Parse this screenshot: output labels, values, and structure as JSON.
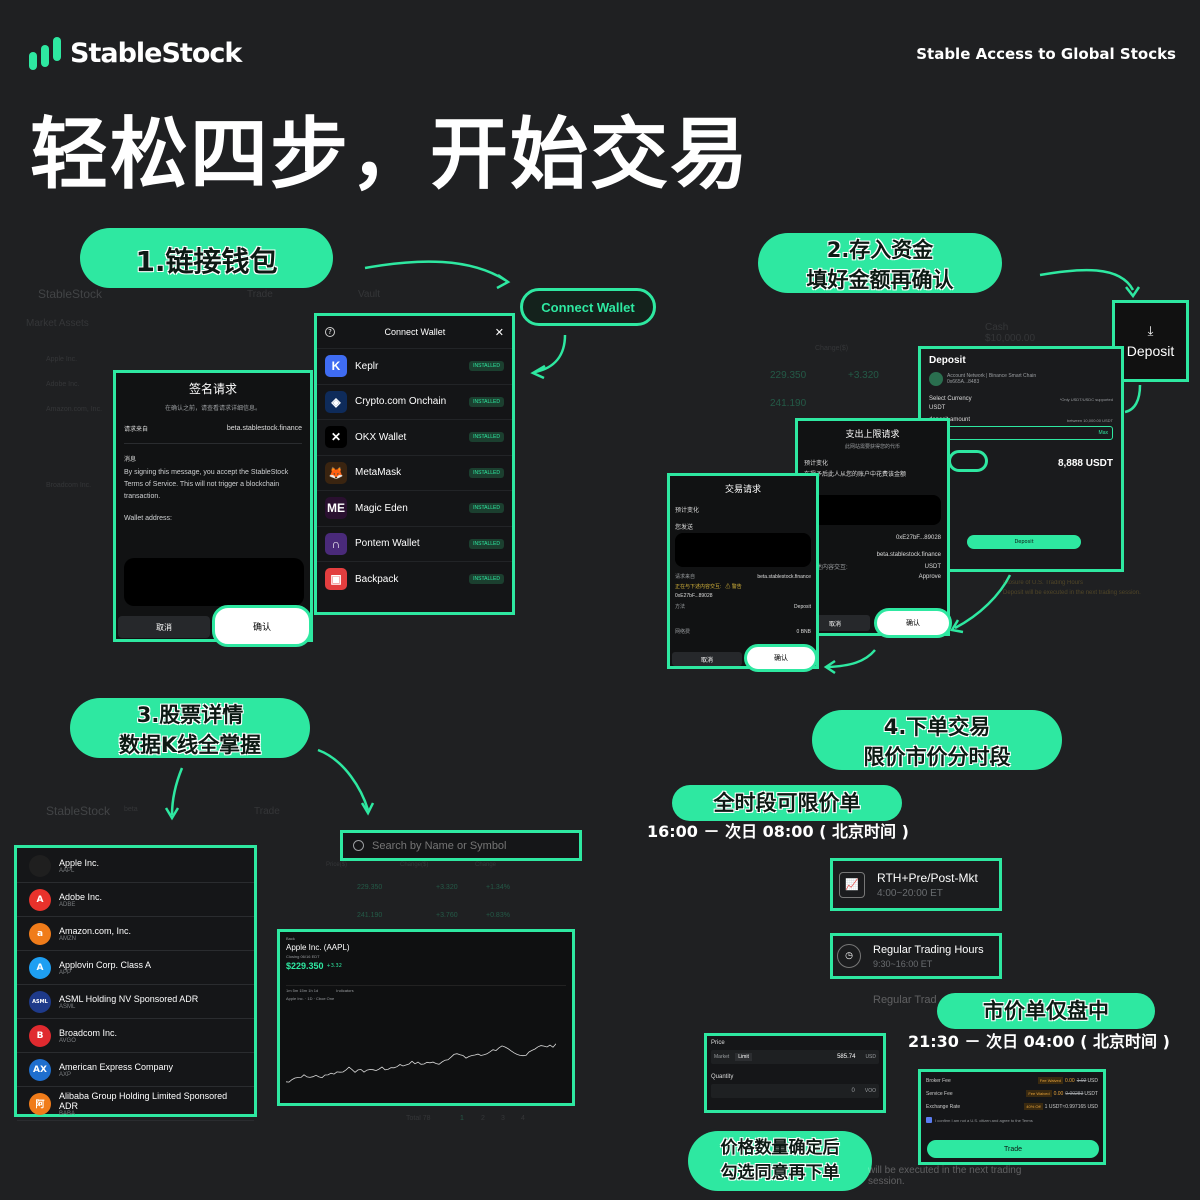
{
  "brand": {
    "name": "StableStock",
    "tagline": "Stable Access to Global Stocks"
  },
  "headline": "轻松四步，开始交易",
  "steps": {
    "s1": "1.链接钱包",
    "s2a": "2.存入资金",
    "s2b": "填好金额再确认",
    "s3a": "3.股票详情",
    "s3b": "数据K线全掌握",
    "s4a": "4.下单交易",
    "s4b": "限价市价分时段"
  },
  "callouts": {
    "limit_all": "全时段可限价单",
    "limit_time": "16:00 － 次日 08:00 ( 北京时间 )",
    "market_only": "市价单仅盘中",
    "market_time": "21:30 － 次日 04:00 ( 北京时间 )",
    "confirm_a": "价格数量确定后",
    "confirm_b": "勾选同意再下单"
  },
  "bg_app": {
    "nav_trade": "Trade",
    "nav_vault": "Vault",
    "beta": "beta",
    "market_assets": "Market Assets",
    "asset_col": "Asset",
    "price_col": "Price($)",
    "change_col": "Change($)",
    "change_pct_col": "Change",
    "cash": "Cash",
    "cash_value": "$10,000.00",
    "bg_price1": "229.350",
    "bg_price2": "241.190",
    "bg_chg1": "+3.320",
    "bg_chg2": "+3.760",
    "bg_pct1": "+1.34%",
    "bg_pct2": "+0.83%"
  },
  "connect_wallet_btn": "Connect Wallet",
  "connect_modal": {
    "title": "Connect Wallet",
    "wallets": [
      {
        "name": "Keplr",
        "badge": "INSTALLED",
        "icon": "K",
        "color": "#3f6cf2"
      },
      {
        "name": "Crypto.com Onchain",
        "badge": "INSTALLED",
        "icon": "◈",
        "color": "#0e2b5a"
      },
      {
        "name": "OKX Wallet",
        "badge": "INSTALLED",
        "icon": "✕",
        "color": "#000000"
      },
      {
        "name": "MetaMask",
        "badge": "INSTALLED",
        "icon": "🦊",
        "color": "#3a2410"
      },
      {
        "name": "Magic Eden",
        "badge": "INSTALLED",
        "icon": "ME",
        "color": "#2a1030"
      },
      {
        "name": "Pontem Wallet",
        "badge": "INSTALLED",
        "icon": "∩",
        "color": "#4a2a7a"
      },
      {
        "name": "Backpack",
        "badge": "INSTALLED",
        "icon": "▣",
        "color": "#e33e3f"
      }
    ]
  },
  "sign_modal": {
    "title": "签名请求",
    "subtitle": "在确认之前，请查看请求详细信息。",
    "request_from_label": "请求来自",
    "request_from_value": "beta.stablestock.finance",
    "message_label": "消息",
    "message_text": "By signing this message, you accept the StableStock Terms of Service. This will not trigger a blockchain transaction.",
    "wallet_address_label": "Wallet address:",
    "cancel": "取消",
    "confirm": "确认"
  },
  "deposit_btn": "Deposit",
  "deposit_modal": {
    "title": "Deposit",
    "account": "Account Network | Binance Smart Chain",
    "account_addr": "0x665A...8483",
    "select_currency": "Select Currency",
    "currency_note": "*Only USDT/USDC supported",
    "currency": "USDT",
    "amount_label": "deposit amount",
    "amount_range": "between 10,000.00 USDT",
    "amount_value": "888",
    "max": "Max",
    "amount_total": "8,888 USDT",
    "deposit_action": "Deposit",
    "warn1": "Closure of U.S. Trading Hours",
    "warn2": "Deposit will be executed in the next trading session."
  },
  "spend_modal": {
    "title": "支出上限请求",
    "subtitle": "此网站需要获得您的代币",
    "est_change": "预计变化",
    "est_text": "在授予后此人从您的账户中花费该金额",
    "limit": "上限",
    "spender_label": "名",
    "spender_value": "0xE27bF...89028",
    "from_label": "来自",
    "from_value": "beta.stablestock.finance",
    "interact_label": "与下述内容交互:",
    "token": "USDT",
    "approve": "Approve",
    "cancel": "取消",
    "confirm": "确认"
  },
  "tx_modal": {
    "title": "交易请求",
    "est_change": "预计变化",
    "you_send": "您发送",
    "request_from": "请求来自",
    "request_from_value": "beta.stablestock.finance",
    "interact_label": "正在与下述内容交互:",
    "caution": "⚠ 警告",
    "contract": "0xE27bF...89028",
    "method_label": "方法",
    "method_value": "Deposit",
    "network_fee": "网络费",
    "fee_value": "0 BNB",
    "cancel": "取消",
    "confirm": "确认"
  },
  "search": {
    "placeholder": "Search by Name or Symbol"
  },
  "assets": [
    {
      "name": "Apple Inc.",
      "symbol": "AAPL",
      "icon": "",
      "color": "#1f1f1f"
    },
    {
      "name": "Adobe Inc.",
      "symbol": "ADBE",
      "icon": "A",
      "color": "#e8322c"
    },
    {
      "name": "Amazon.com, Inc.",
      "symbol": "AMZN",
      "icon": "a",
      "color": "#f07c1a"
    },
    {
      "name": "Applovin Corp. Class A",
      "symbol": "APP",
      "icon": "A",
      "color": "#1e9ff2"
    },
    {
      "name": "ASML Holding NV Sponsored ADR",
      "symbol": "ASML",
      "icon": "ASML",
      "color": "#1e3a8a"
    },
    {
      "name": "Broadcom Inc.",
      "symbol": "AVGO",
      "icon": "B",
      "color": "#e02a2f"
    },
    {
      "name": "American Express Company",
      "symbol": "AXP",
      "icon": "AX",
      "color": "#1f6fce"
    },
    {
      "name": "Alibaba Group Holding Limited Sponsored ADR",
      "symbol": "BABA",
      "icon": "阿",
      "color": "#f07c1a"
    }
  ],
  "chart_panel": {
    "breadcrumb": "Back",
    "title": "Apple Inc. (AAPL)",
    "sub": "Closing 06/16 EDT",
    "price": "$229.350",
    "change": "+3.32",
    "toolbar": "1m  5m  15m  1h  1d",
    "indicators": "Indicators",
    "legend": "Apple Inc. · 1D · Cboe One",
    "pages": [
      "1",
      "2",
      "3",
      "4"
    ],
    "total": "Total 78"
  },
  "session_options": [
    {
      "title": "RTH+Pre/Post-Mkt",
      "time": "4:00~20:00 ET"
    },
    {
      "title": "Regular Trading Hours",
      "time": "9:30~16:00 ET"
    }
  ],
  "session_ghost": "Regular Trad",
  "order_form": {
    "price_label": "Price",
    "market": "Market",
    "limit": "Limit",
    "price_value": "585.74",
    "price_unit": "USD",
    "quantity_label": "Quantity",
    "quantity_value": "0",
    "quantity_unit": "VOO"
  },
  "fees": {
    "broker_label": "Broker Fee",
    "broker_tag": "Fee Waived",
    "broker_value": "0.00",
    "broker_old": "1.02",
    "broker_unit": "USD",
    "service_label": "Service Fee",
    "service_tag": "Fee Waived",
    "service_value": "0.00",
    "service_old": "0.00283",
    "service_unit": "USDT",
    "rate_label": "Exchange Rate",
    "rate_tag": "40% Off",
    "rate_value": "1 USDT≈0.997165 USD",
    "agree": "I confirm I am not a U.S. citizen and agree to the Terms",
    "trade": "Trade"
  },
  "bottom_ghost": "will be executed in the next trading session."
}
